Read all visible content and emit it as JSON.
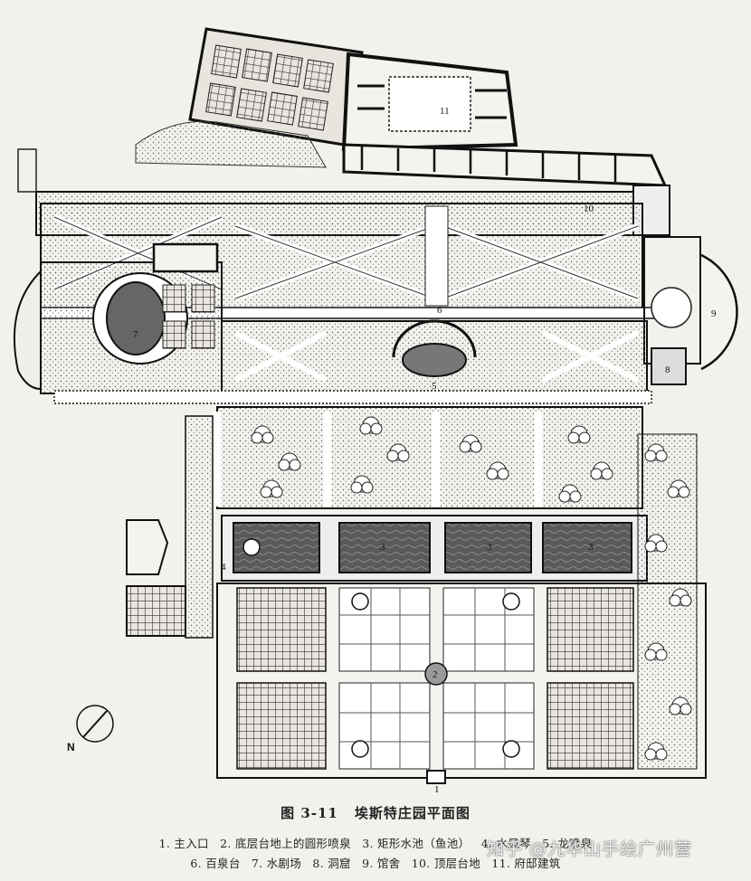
{
  "figure": {
    "number": "图 3-11",
    "title": "埃斯特庄园平面图"
  },
  "plan_labels": [
    "1",
    "2",
    "3",
    "3",
    "3",
    "4",
    "5",
    "6",
    "7",
    "8",
    "9",
    "10",
    "11"
  ],
  "north_label": "N",
  "legend": {
    "row1": [
      "1. 主入口",
      "2. 底层台地上的圆形喷泉",
      "3. 矩形水池（鱼池）",
      "4. 水风琴",
      "5. 龙喷泉"
    ],
    "row2": [
      "6. 百泉台",
      "7. 水剧场",
      "8. 洞窟",
      "9. 馆舍",
      "10. 顶层台地",
      "11. 府邸建筑"
    ]
  },
  "watermark": "知乎 @九华山手绘广州营",
  "colors": {
    "background": "#f3f1ec",
    "ink": "#1a1a1a",
    "water": "#555555",
    "hedge": "#d9d6cf"
  }
}
